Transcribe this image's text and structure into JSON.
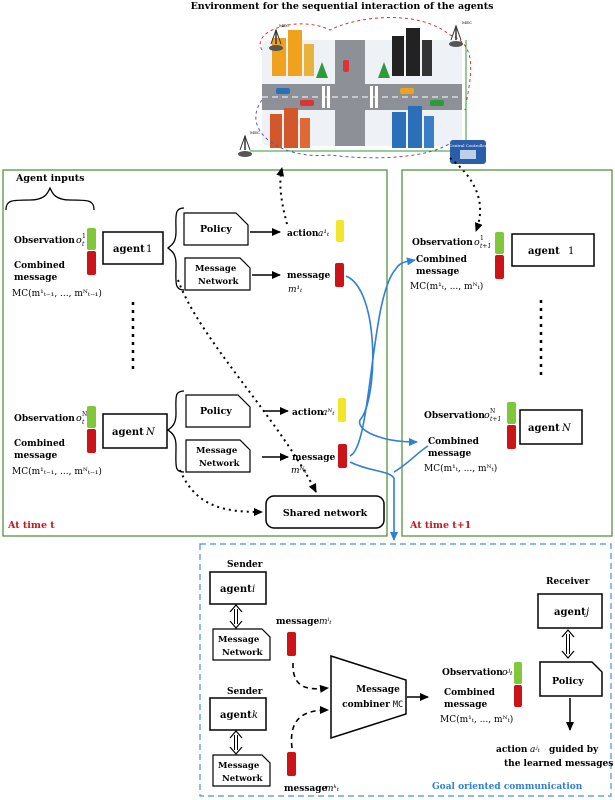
{
  "environment": {
    "title": "Environment for the sequential interaction of the agents",
    "base_station_label": "BS",
    "mec_label": "MEC",
    "controller_label": "Central Controller"
  },
  "time_t": {
    "caption": "At time t",
    "inputs_heading": "Agent inputs",
    "agent1": {
      "obs_label": "Observation",
      "obs_sym": "o",
      "obs_sup": "1",
      "obs_sub": "t",
      "combined_label_1": "Combined",
      "combined_label_2": "message",
      "mc_text": "MC(m¹ₜ₋₁, ..., mᴺₜ₋₁)",
      "agent_label": "agent",
      "agent_index": "1",
      "policy_label": "Policy",
      "msgnet_1": "Message",
      "msgnet_2": "Network",
      "action_label": "action",
      "action_sym": "a¹ₜ",
      "message_label": "message",
      "message_sym": "m¹ₜ"
    },
    "agentN": {
      "obs_label": "Observation",
      "obs_sym": "o",
      "obs_sup": "N",
      "obs_sub": "t",
      "combined_label_1": "Combined",
      "combined_label_2": "message",
      "mc_text": "MC(m¹ₜ₋₁, ..., mᴺₜ₋₁)",
      "agent_label": "agent",
      "agent_index": "N",
      "policy_label": "Policy",
      "msgnet_1": "Message",
      "msgnet_2": "Network",
      "action_label": "action",
      "action_sym": "aᴺₜ",
      "message_label": "message",
      "message_sym": "mᴺₜ"
    },
    "shared_network": "Shared network"
  },
  "time_t1": {
    "caption": "At time t+1",
    "agent1": {
      "obs_label": "Observation",
      "obs_sym": "o",
      "obs_sup": "1",
      "obs_sub": "t+1",
      "combined_label_1": "Combined",
      "combined_label_2": "message",
      "mc_text": "MC(m¹ₜ, ..., mᴺₜ)",
      "agent_label": "agent",
      "agent_index": "1"
    },
    "agentN": {
      "obs_label": "Observation",
      "obs_sym": "o",
      "obs_sup": "N",
      "obs_sub": "t+1",
      "combined_label_1": "Combined",
      "combined_label_2": "message",
      "mc_text": "MC(m¹ₜ, ..., mᴺₜ)",
      "agent_label": "agent",
      "agent_index": "N"
    }
  },
  "goal": {
    "caption": "Goal oriented communication",
    "sender_label": "Sender",
    "sender_i": {
      "agent_label": "agent",
      "agent_index": "i",
      "msgnet_1": "Message",
      "msgnet_2": "Network",
      "message_label": "message",
      "message_sym": "mⁱₜ"
    },
    "sender_k": {
      "agent_label": "agent",
      "agent_index": "k",
      "msgnet_1": "Message",
      "msgnet_2": "Network",
      "message_label": "message",
      "message_sym": "mᵏₜ"
    },
    "combiner_1": "Message",
    "combiner_2": "combiner",
    "combiner_mc": "MC",
    "obs_label": "Observation",
    "obs_sym": "oʲₜ",
    "combined_label_1": "Combined",
    "combined_label_2": "message",
    "mc_text": "MC(m¹ₜ, ..., mᴺₜ)",
    "receiver_label": "Receiver",
    "receiver": {
      "agent_label": "agent",
      "agent_index": "j"
    },
    "policy_label": "Policy",
    "action_line1_label": "action",
    "action_line1_sym": "aʲₜ",
    "action_line1_rest": "guided by",
    "action_line2": "the learned messages"
  },
  "colors": {
    "green_frame": "#4a8a2e",
    "blue_dash": "#4a90d9",
    "blue_arrow": "#2f7fd6",
    "obs_green": "#7ec83a",
    "msg_red": "#cc1418",
    "action_yellow": "#f2e629",
    "caption_red": "#cc1418",
    "caption_blue": "#2f7fd6"
  }
}
